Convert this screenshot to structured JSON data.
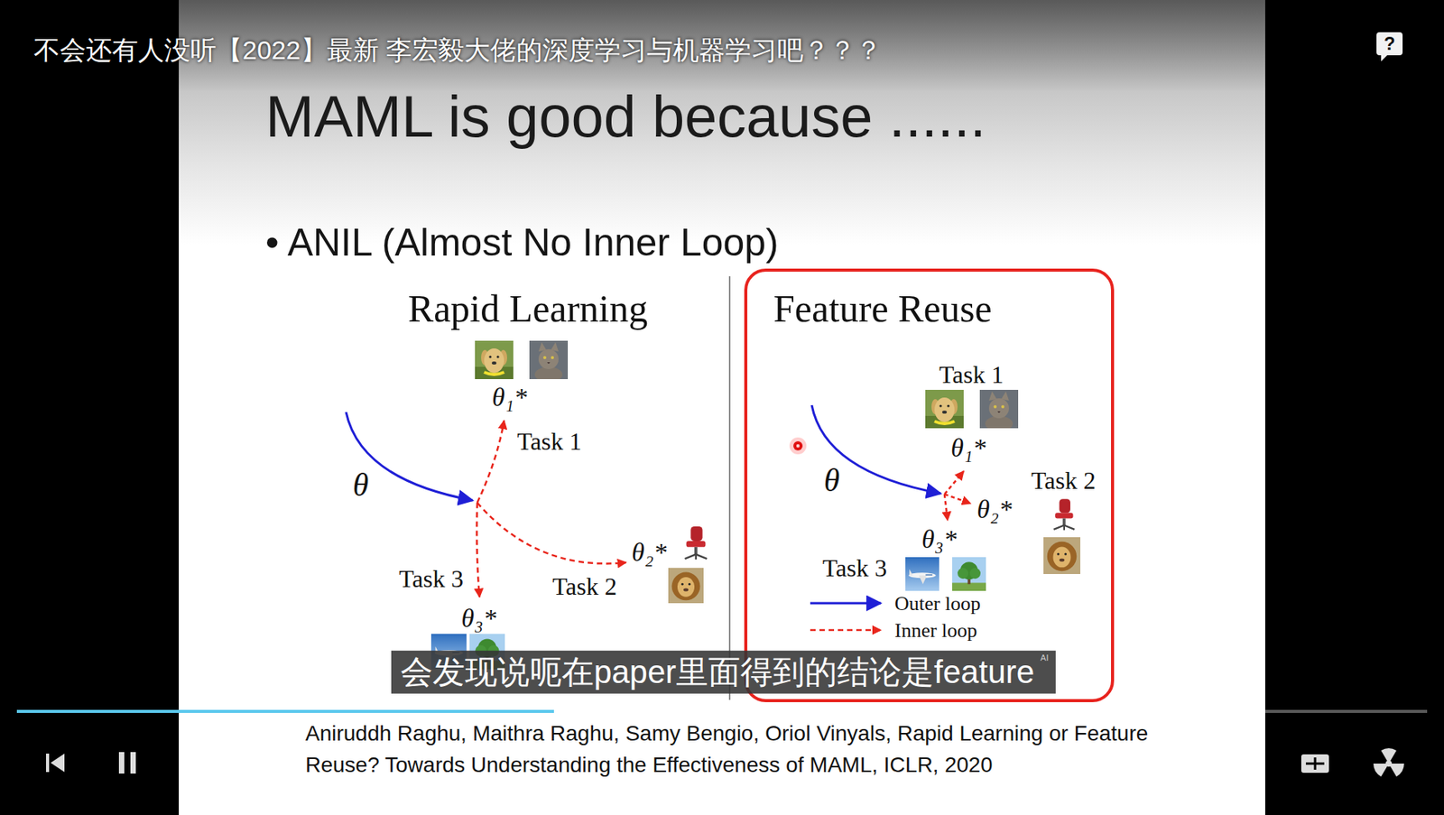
{
  "diagram": {
    "title": "MAML is good because ......",
    "nodes": [
      {
        "text": [
          "Feature Reuse"
        ]
      }
    ],
    "labels": [
      "不会还有人没听【2022】最新 李宏毅大佬的深度学习与机器学习吧？？？",
      "?",
      "• ANIL (Almost No Inner Loop)",
      "Rapid Learning",
      "θ",
      "θ₁*",
      "Task 1",
      "θ₂*",
      "Task 2",
      "Task 3",
      "θ₃*",
      "Task 1",
      "θ₁*",
      "θ",
      "θ₂*",
      "Task 2",
      "θ₃*",
      "Task 3",
      "会发现说呃在paper里面得到的结论是feature",
      "AI",
      "Aniruddh Raghu, Maithra Raghu, Samy Bengio, Oriol Vinyals, Rapid Learning or Feature Reuse? Towards Understanding the Effectiveness of MAML, ICLR, 2020"
    ],
    "legend": [
      {
        "text": "Outer loop"
      },
      {
        "text": "Inner loop"
      }
    ]
  }
}
